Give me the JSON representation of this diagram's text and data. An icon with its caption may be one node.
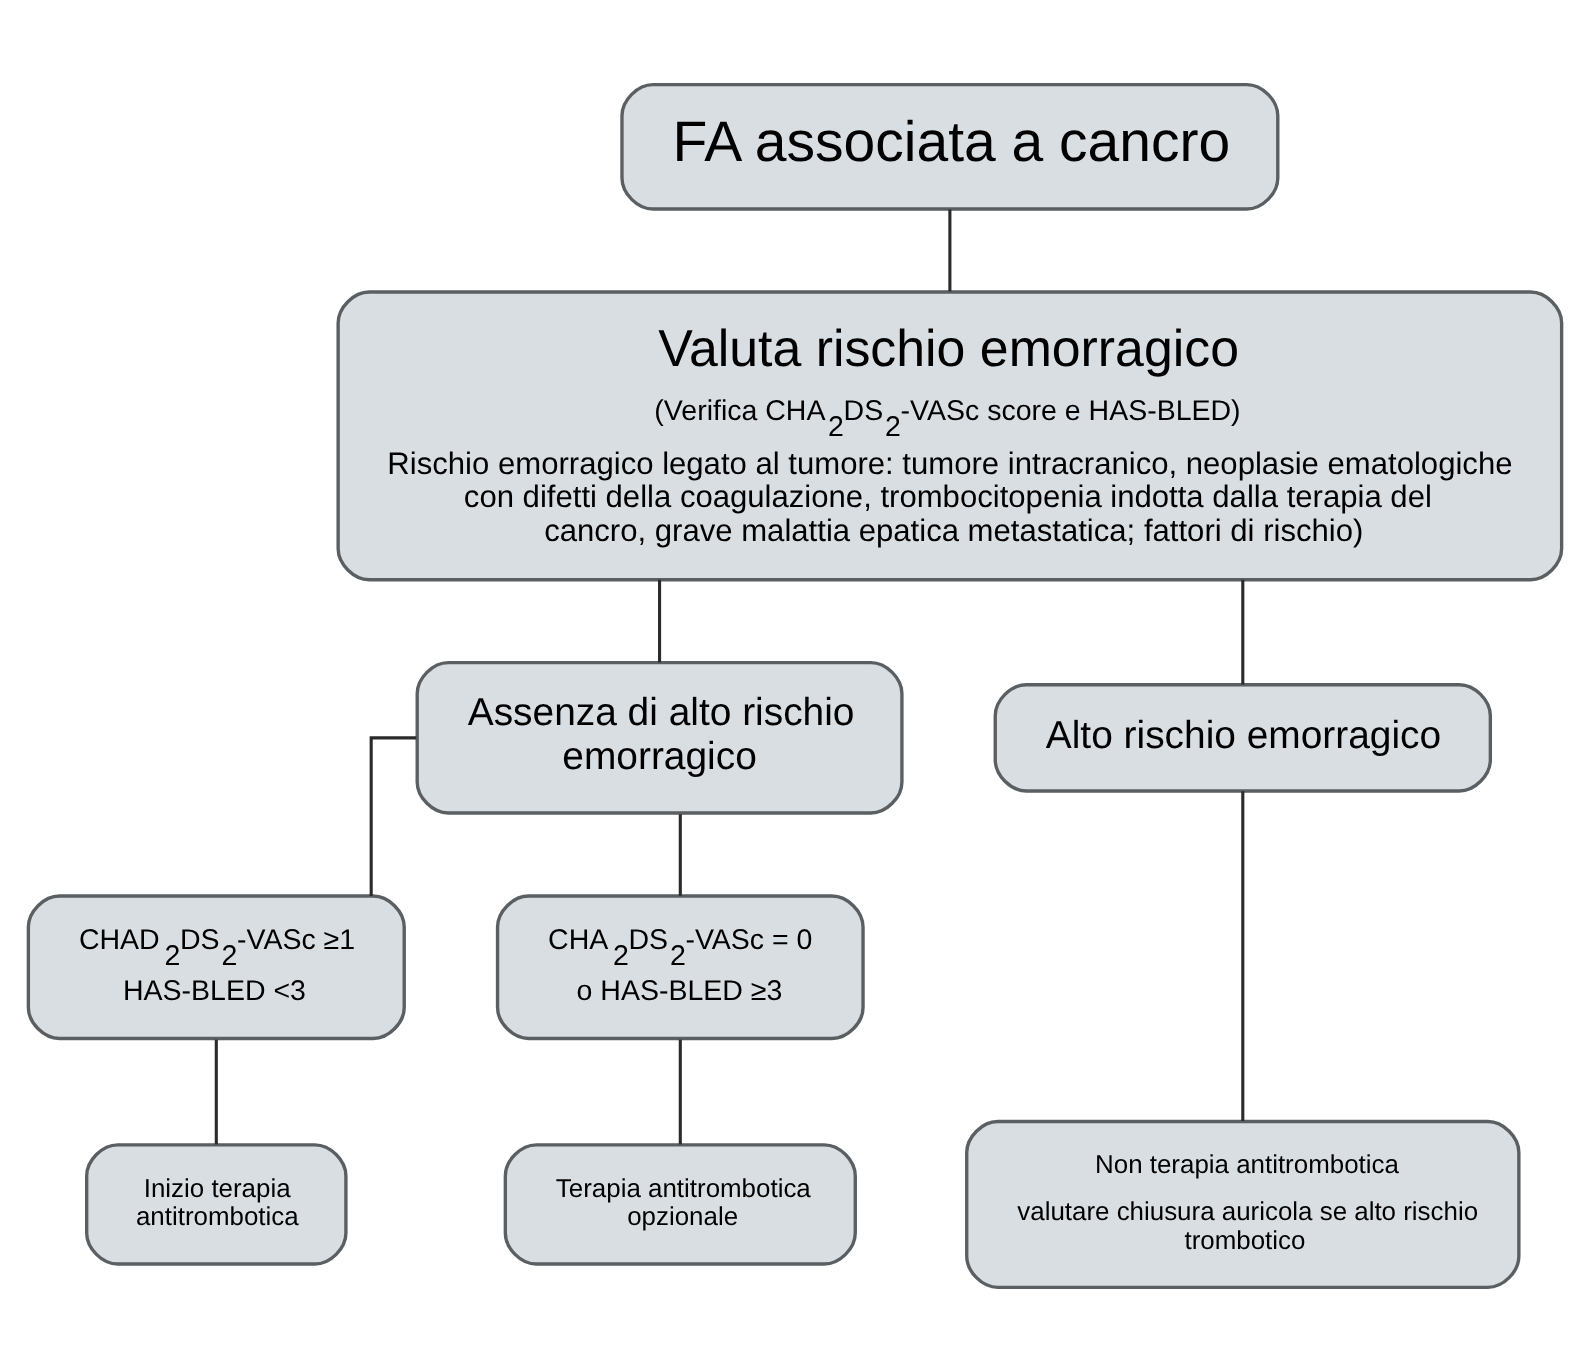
{
  "diagram": {
    "nodes": [
      {
        "text": [
          "FA associata a cancro"
        ]
      },
      {
        "text": [
          "Valuta rischio emorragico",
          "(Verifica CHA$_{2}$DS$_{2}$-VASc score e HAS-BLED)",
          "Rischio emorragico legato al tumore: tumore intracranico, neoplasie ematologiche con difetti della coagulazione, trombocitopenia indotta dalla terapia del cancro, grave malattia epatica metastatica; fattori di rischio)"
        ]
      },
      {
        "text": [
          "Assenza di alto rischio emorragico"
        ]
      },
      {
        "text": [
          "Alto rischio emorragico"
        ]
      },
      {
        "text": [
          "CHAD$_{2}$DS$_{2}$-VASc ≥1",
          "HAS-BLED <3"
        ]
      },
      {
        "text": [
          "CHA$_{2}$DS$_{2}$-VASc = 0",
          "o HAS-BLED ≥3"
        ]
      },
      {
        "text": [
          "Inizio terapia antitrombotica"
        ]
      },
      {
        "text": [
          "Terapia antitrombotica opzionale"
        ]
      },
      {
        "text": [
          "Non terapia antitrombotica",
          "valutare chiusura auricola se alto rischio trombotico"
        ]
      }
    ],
    "edges": [
      {
        "from": 0,
        "to": 1,
        "arrow": "none"
      },
      {
        "from": 1,
        "to": 2,
        "arrow": "none"
      },
      {
        "from": 1,
        "to": 3,
        "arrow": "none"
      },
      {
        "from": 2,
        "to": 4,
        "arrow": "none"
      },
      {
        "from": 2,
        "to": 5,
        "arrow": "none"
      },
      {
        "from": 4,
        "to": 6,
        "arrow": "none"
      },
      {
        "from": 5,
        "to": 7,
        "arrow": "none"
      },
      {
        "from": 3,
        "to": 8,
        "arrow": "none"
      }
    ]
  }
}
